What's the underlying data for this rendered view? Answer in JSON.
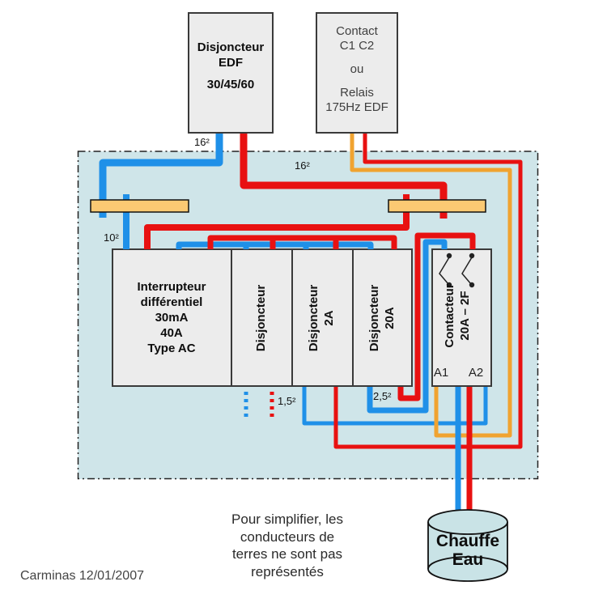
{
  "colors": {
    "neutral_blue": "#1f90e8",
    "phase_red": "#e81111",
    "pilot_orange": "#f0a330",
    "busbar_fill": "#fbc973",
    "busbar_border": "#111111",
    "panel_fill": "#cfe5e9",
    "panel_border": "#222222",
    "box_fill": "#ececec",
    "box_border": "#3a3a3a",
    "cylinder_fill": "#c9e3e6",
    "symbol_color": "#222222"
  },
  "edf_box": {
    "l1": "Disjoncteur",
    "l2": "EDF",
    "l3": "30/45/60"
  },
  "contact_box": {
    "l1": "Contact",
    "l2": "C1 C2",
    "l3": "ou",
    "l4": "Relais",
    "l5": "175Hz EDF"
  },
  "wire_labels": {
    "edf_neutral": "16²",
    "panel_phase": "16²",
    "rcd_feed": "10²",
    "coil_circuit": "1,5²",
    "power_circuit": "2,5²"
  },
  "modules": {
    "rcd": {
      "l1": "Interrupteur",
      "l2": "différentiel",
      "l3": "30mA",
      "l4": "40A",
      "l5": "Type AC"
    },
    "breaker_spare": {
      "l1": "Disjoncteur"
    },
    "breaker_2a": {
      "l1": "Disjoncteur",
      "l2": "2A"
    },
    "breaker_20a": {
      "l1": "Disjoncteur",
      "l2": "20A"
    },
    "contactor": {
      "l1": "Contacteur",
      "l2": "20A – 2F",
      "a1": "A1",
      "a2": "A2"
    }
  },
  "water_heater": {
    "l1": "Chauffe",
    "l2": "Eau"
  },
  "note": {
    "l1": "Pour simplifier, les",
    "l2": "conducteurs de",
    "l3": "terres ne sont pas",
    "l4": "représentés"
  },
  "credit": "Carminas 12/01/2007"
}
